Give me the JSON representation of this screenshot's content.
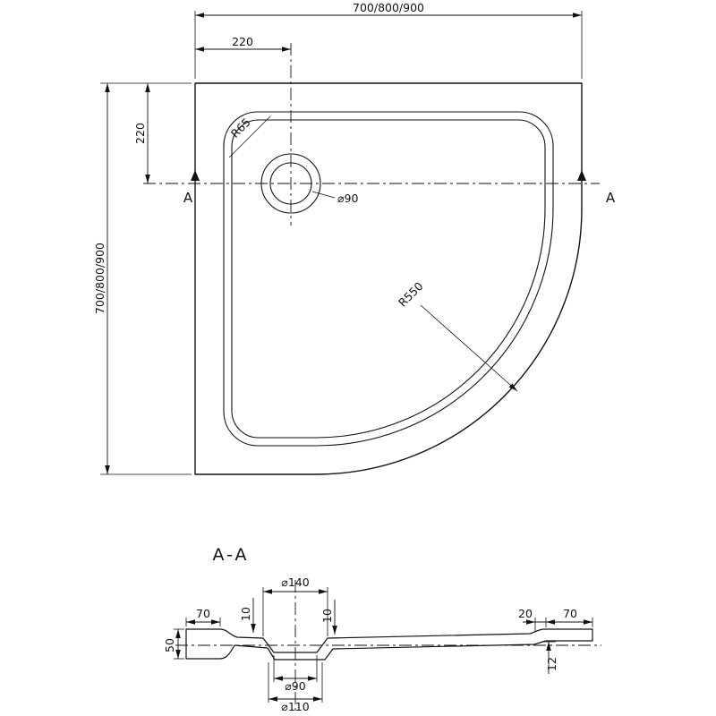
{
  "colors": {
    "background": "#ffffff",
    "line": "#111111",
    "text": "#111111"
  },
  "plan": {
    "dim_width_top": "700/800/900",
    "dim_height_left": "700/800/900",
    "dim_drain_offset_x": "220",
    "dim_drain_offset_y": "220",
    "radius_inner_corner": "R65",
    "radius_front": "R550",
    "drain_diameter": "⌀90",
    "section_marker_left": "A",
    "section_marker_right": "A"
  },
  "section": {
    "title": "A-A",
    "dim_recess_top_diameter": "⌀140",
    "dim_left_rim_width": "70",
    "dim_left_step": "10",
    "dim_right_step": "10",
    "dim_left_height": "50",
    "dim_right_offset": "20",
    "dim_right_rim_width": "70",
    "dim_right_height": "12",
    "dim_drain_diameter": "⌀90",
    "dim_recess_bottom_diameter": "⌀110"
  }
}
